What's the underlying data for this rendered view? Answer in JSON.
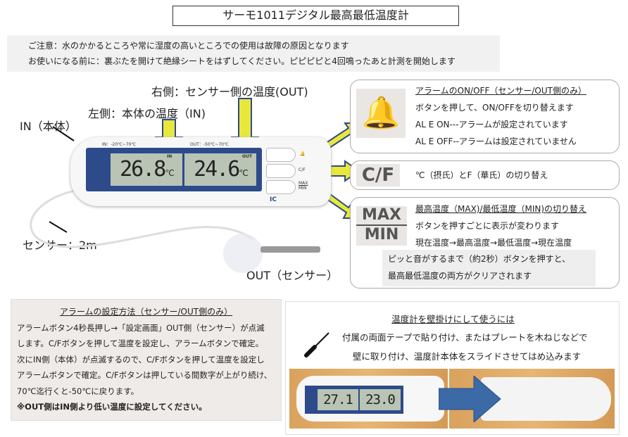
{
  "title": "サーモ1011デジタル最高最低温度計",
  "notice": {
    "line1": "ご注意：水のかかるところや常に湿度の高いところでの使用は故障の原因となります",
    "line2": "お使いになる前に：裏ぶたを開けて絶縁シートをはずしてください。ピピピピと4回鳴ったあと計測を開始します"
  },
  "labels": {
    "right": "右側：センサー側の温度(OUT)",
    "left": "左側：本体の温度（IN)",
    "in_body": "IN（本体）",
    "sensor": "センサー：2m",
    "out_sensor": "OUT（センサー）"
  },
  "device": {
    "in_range": "IN：-20℃~70℃",
    "out_range": "OUT：-50℃~70℃",
    "in_tag": "IN",
    "out_tag": "OUT",
    "in_temp": "26.8",
    "out_temp": "24.6",
    "unit": "℃",
    "cf": "C/F",
    "max": "MAX",
    "min": "MIN",
    "logo": "IC"
  },
  "alarm_box": {
    "heading": "アラームのON/OFF（センサー/OUT側のみ）",
    "l1": "ボタンを押して、ON/OFFを切り替えます",
    "l2": "AL E ON---アラームが設定されています",
    "l3": "AL E OFF--アラームは設定されていません"
  },
  "cf_box": {
    "icon": "C/F",
    "text": "℃（摂氏）とF（華氏）の切り替え"
  },
  "maxmin_box": {
    "icon_max": "MAX",
    "icon_min": "MIN",
    "heading": "最高温度（MAX)/最低温度（MIN)の切り替え",
    "l1": "ボタンを押すごとに表示が変わります",
    "l2": "現在温度→最高温度→最低温度→現在温度",
    "note1": "ピッと音がするまで（約2秒）ボタンを押すと、",
    "note2": "最高最低温度の両方がクリアされます"
  },
  "alarm_setting": {
    "heading": "アラームの設定方法（センサー/OUT側のみ）",
    "lines": [
      "アラームボタン4秒長押し→「設定画面」OUT側（センサー）が点滅",
      "します。C/Fボタンを押して温度を設定し、アラームボタンで確定。",
      "次にIN側（本体）が点滅するので、C/Fボタンを押して温度を設定し",
      "アラームボタンで確定。C/Fボタンは押している間数字が上がり続け、",
      "70℃迄行くと-50℃に戻ります。"
    ],
    "warning": "※OUT側はIN側より低い温度に設定してください。"
  },
  "wall": {
    "heading": "温度計を壁掛けにして使うには",
    "l1": "付属の両面テープで貼り付け、またはプレートを木ねじなどで",
    "l2": "壁に取り付け、温度計本体をスライドさせてはめ込みます",
    "in_temp": "27.1",
    "out_temp": "23.0"
  }
}
